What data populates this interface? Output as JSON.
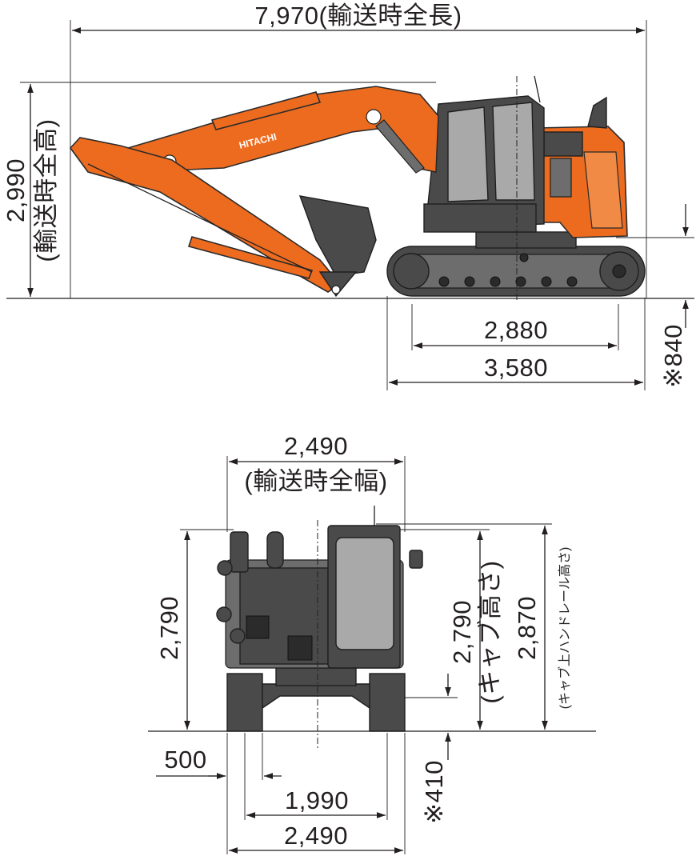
{
  "side_view": {
    "overall_length": "7,970",
    "overall_length_note": "(輸送時全長)",
    "overall_height": "2,990",
    "overall_height_note": "(輸送時全高)",
    "tumbler_distance": "2,880",
    "crawler_length": "3,580",
    "counterweight_clearance": "※840",
    "boom_brand": "HITACHI"
  },
  "rear_view": {
    "overall_width": "2,490",
    "overall_width_note": "(輸送時全幅)",
    "height_left": "2,790",
    "cab_height": "2,790",
    "cab_height_note": "(キャブ高さ)",
    "handrail_height": "2,870",
    "handrail_height_note": "(キャブ上ハンドレール高さ)",
    "shoe_width": "500",
    "track_gauge": "1,990",
    "crawler_width": "2,490",
    "ground_clearance": "※410"
  },
  "colors": {
    "body_orange": "#ec6b1f",
    "undercarriage_gray": "#4a4a4a",
    "line_black": "#231f20"
  }
}
